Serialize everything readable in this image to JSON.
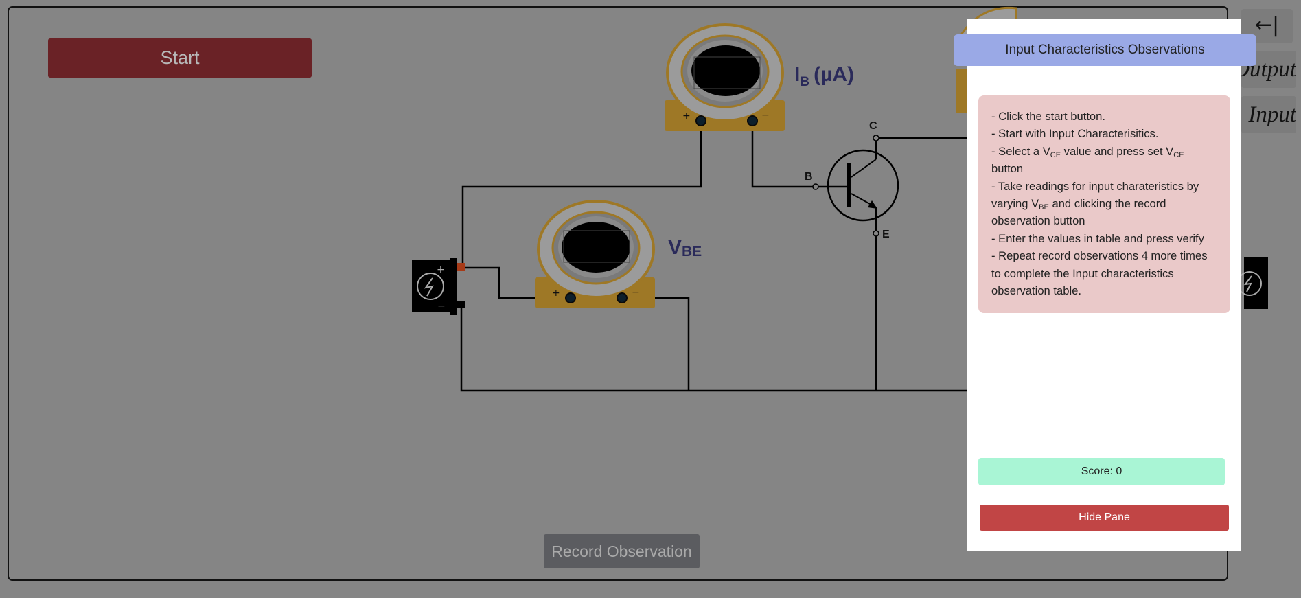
{
  "controls": {
    "start_label": "Start",
    "record_label": "Record Observation",
    "collapse_icon": "←|"
  },
  "meters": {
    "ib_label_main": "I",
    "ib_label_sub": "B",
    "ib_label_unit": "(µA)",
    "vbe_label_main": "V",
    "vbe_label_sub": "BE",
    "plus": "+",
    "minus": "−"
  },
  "transistor": {
    "collector": "C",
    "base": "B",
    "emitter": "E"
  },
  "battery": {
    "plus": "+",
    "minus": "−"
  },
  "side_tabs": {
    "output_label": "Output",
    "input_label": "Input"
  },
  "pane": {
    "title": "Input Characteristics Observations",
    "instructions": {
      "l1": "- Click the start button.",
      "l2": "- Start with Input Characterisitics.",
      "l3a": "- Select a V",
      "l3b": "CE",
      "l3c": " value and press set V",
      "l3d": "CE",
      "l4": "button",
      "l5": "- Take readings for input charateristics by",
      "l6a": "varying V",
      "l6b": "BE",
      "l6c": " and clicking the record",
      "l7": "observation button",
      "l8": "- Enter the values in table and press verify",
      "l9": "- Repeat record observations 4 more times",
      "l10": "to complete the Input characteristics",
      "l11": "observation table."
    },
    "score": "Score: 0",
    "hide_label": "Hide Pane"
  },
  "colors": {
    "overlay_bg": "#858585",
    "meter_body": "#9e7826",
    "pane_title_bg": "#9aa9e6",
    "instructions_bg": "#eac9c9",
    "score_bg": "#a9f5d5",
    "hide_bg": "#c14545"
  }
}
